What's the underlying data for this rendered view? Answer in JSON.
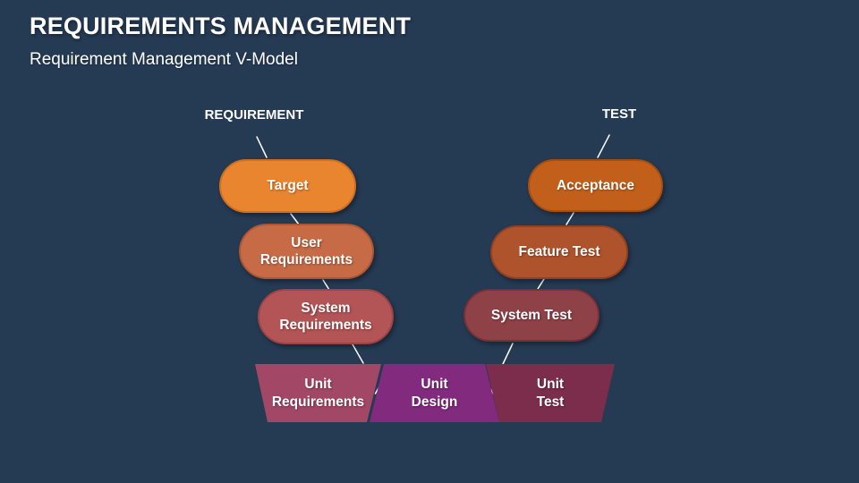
{
  "slide": {
    "title": "REQUIREMENTS MANAGEMENT",
    "subtitle": "Requirement Management V-Model",
    "background_color": "#253A53",
    "text_color": "#FFFFFF"
  },
  "diagram": {
    "left_branch_label": "REQUIREMENT",
    "right_branch_label": "TEST",
    "connector_color": "#FFFFFF",
    "left_nodes": [
      {
        "label": "Target",
        "fill": "#E9842F",
        "border": "#D06F20"
      },
      {
        "label": "User\nRequirements",
        "fill": "#C76A46",
        "border": "#AE5634"
      },
      {
        "label": "System\nRequirements",
        "fill": "#B35456",
        "border": "#9C4345"
      }
    ],
    "right_nodes": [
      {
        "label": "Acceptance",
        "fill": "#C2601B",
        "border": "#A54E11"
      },
      {
        "label": "Feature Test",
        "fill": "#AE532C",
        "border": "#933F20"
      },
      {
        "label": "System Test",
        "fill": "#8E4147",
        "border": "#753038"
      }
    ],
    "bottom_nodes": [
      {
        "label": "Unit\nRequirements",
        "fill": "#A24766"
      },
      {
        "label": "Unit\nDesign",
        "fill": "#822A7E"
      },
      {
        "label": "Unit\nTest",
        "fill": "#7B2D4B"
      }
    ]
  }
}
